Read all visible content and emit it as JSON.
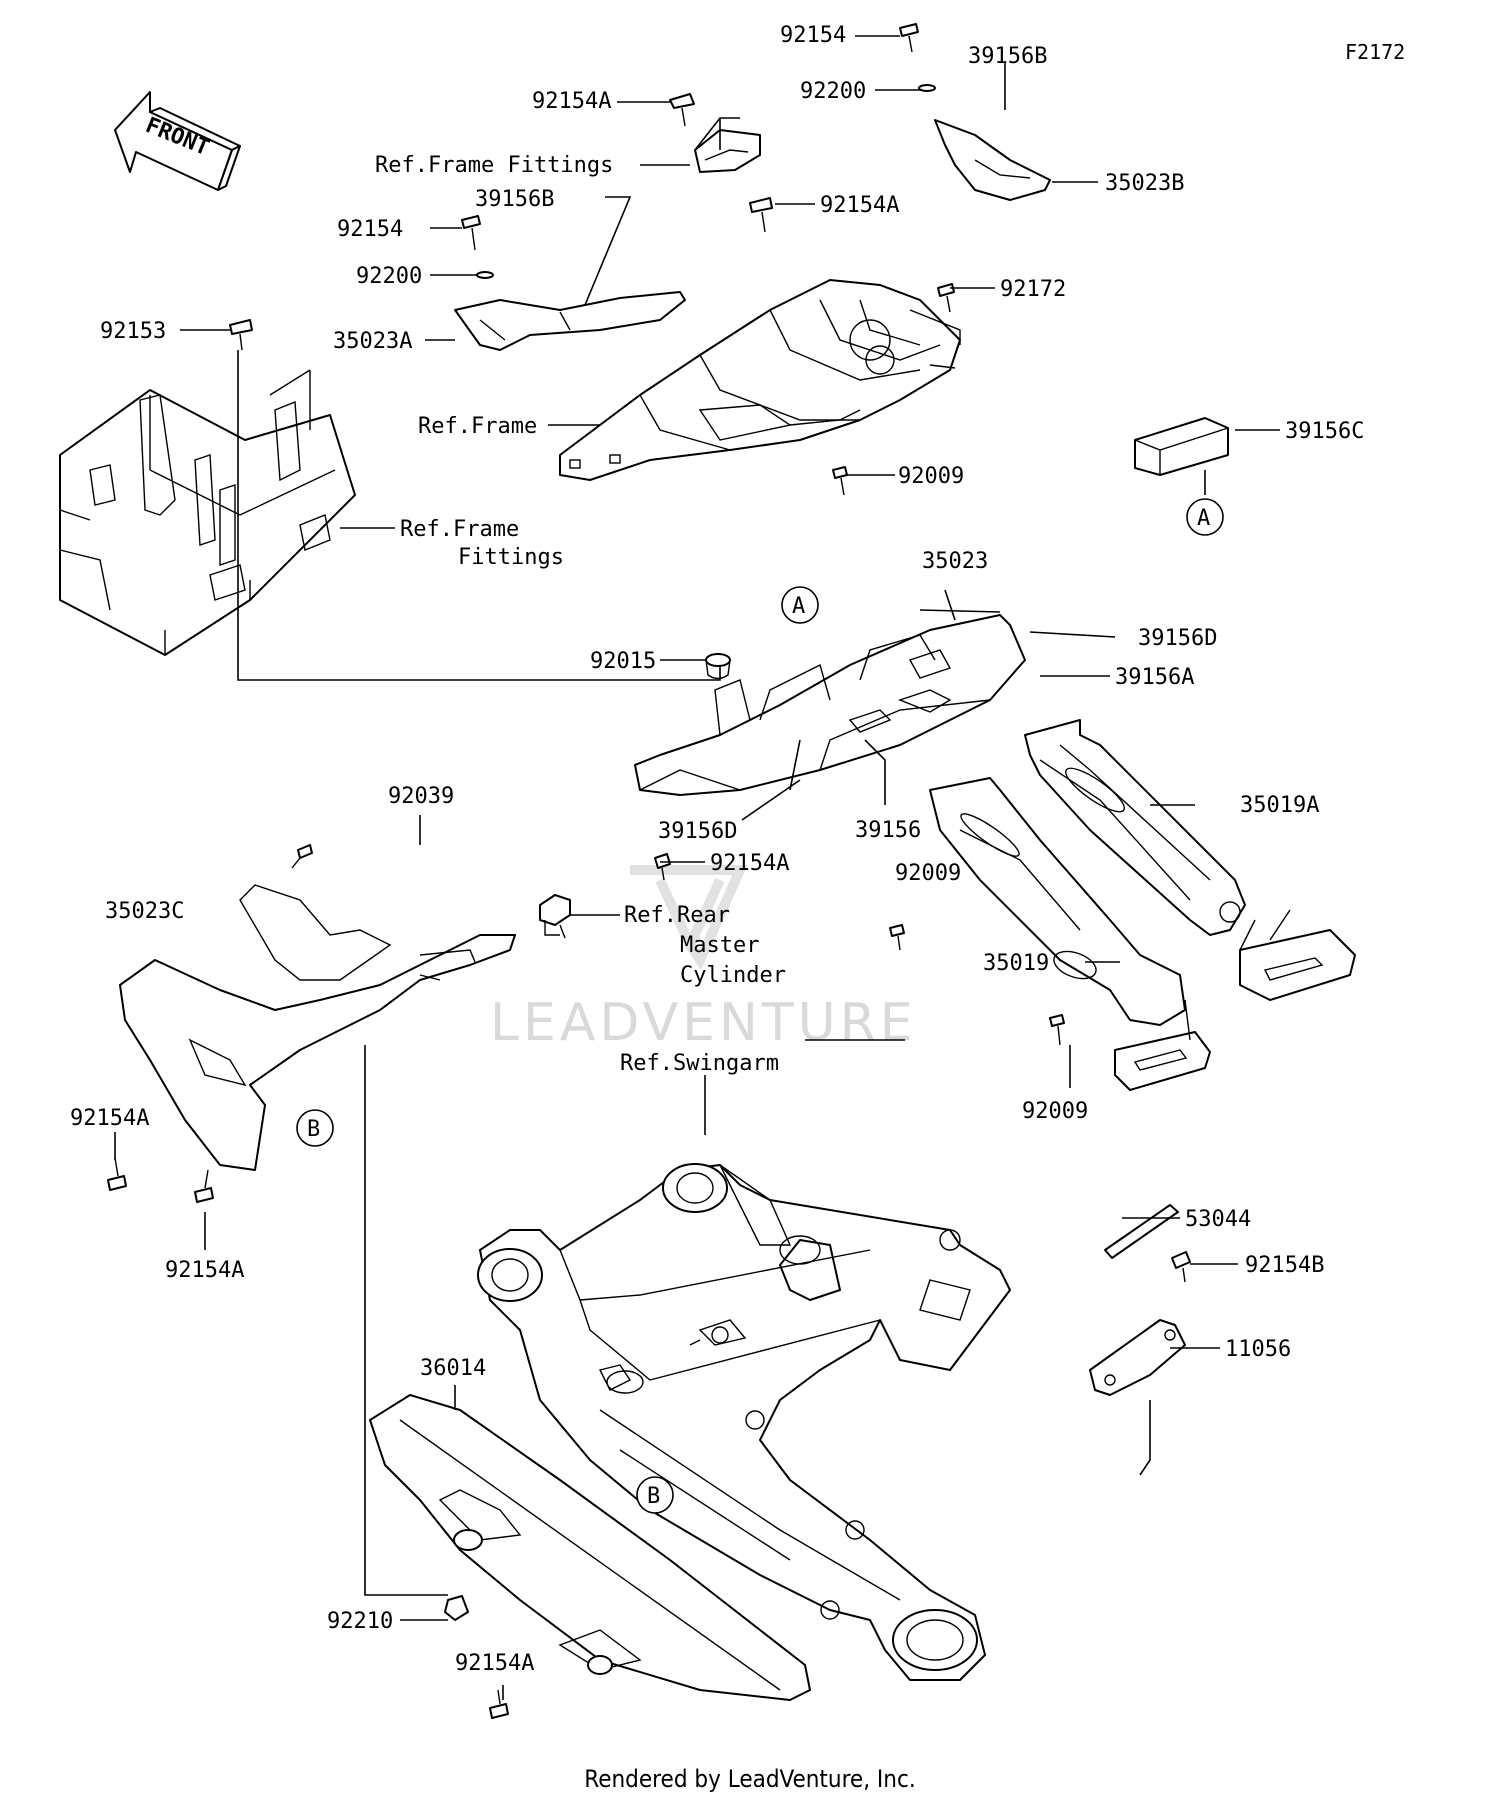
{
  "diagram_code": "F2172",
  "front_label": "FRONT",
  "footer": "Rendered by LeadVenture, Inc.",
  "watermark": "LEADVENTURE",
  "callouts": {
    "c92154_top": "92154",
    "c92200_top": "92200",
    "c39156B_top": "39156B",
    "c35023B": "35023B",
    "c92154A_1": "92154A",
    "c_ref_frame_fittings_top": "Ref.Frame Fittings",
    "c92154A_2": "92154A",
    "c39156B_mid": "39156B",
    "c92154_mid": "92154",
    "c92200_mid": "92200",
    "c35023A": "35023A",
    "c92172": "92172",
    "c92153": "92153",
    "c_ref_frame": "Ref.Frame",
    "c39156C": "39156C",
    "c92009_top": "92009",
    "c_ref_frame_fittings_left_1": "Ref.Frame",
    "c_ref_frame_fittings_left_2": "Fittings",
    "c35023": "35023",
    "c39156D_right": "39156D",
    "c92015": "92015",
    "c39156A": "39156A",
    "c35019A": "35019A",
    "c92039": "92039",
    "c39156D_low": "39156D",
    "c39156": "39156",
    "c92154A_3": "92154A",
    "c92009_mid": "92009",
    "c_ref_rear_1": "Ref.Rear",
    "c_ref_rear_2": "Master",
    "c_ref_rear_3": "Cylinder",
    "c35023C": "35023C",
    "c35019": "35019",
    "c92009_low": "92009",
    "c_ref_swingarm": "Ref.Swingarm",
    "c92154A_left": "92154A",
    "c92154A_left2": "92154A",
    "c53044": "53044",
    "c92154B": "92154B",
    "c11056": "11056",
    "c36014": "36014",
    "c92210": "92210",
    "c92154A_bottom": "92154A"
  },
  "markers": {
    "a": "A",
    "b": "B"
  }
}
